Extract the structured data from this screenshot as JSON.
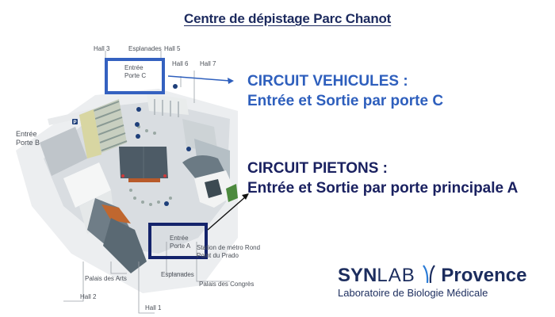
{
  "title": "Centre de dépistage Parc Chanot",
  "map": {
    "labels": {
      "hall3": "Hall 3",
      "esplanades_top": "Esplanades",
      "hall5": "Hall 5",
      "hall6": "Hall 6",
      "hall7": "Hall 7",
      "entree_porte_b": "Entrée Porte B",
      "entree_porte_c": "Entrée Porte C",
      "entree_porte_a": "Entrée Porte A",
      "metro": "Station de métro Rond Point du Prado",
      "palais_arts": "Palais des Arts",
      "esplanades_bottom": "Esplanades",
      "palais_congres": "Palais des Congrès",
      "hall2": "Hall 2",
      "hall1": "Hall 1",
      "parking": "P"
    },
    "colors": {
      "porte_c_box": "#3461c0",
      "porte_a_box": "#14236b"
    }
  },
  "circuits": {
    "vehicules": {
      "heading": "CIRCUIT VEHICULES :",
      "detail": "Entrée et Sortie par porte C",
      "color": "#2e5fbd"
    },
    "pietons": {
      "heading": "CIRCUIT PIETONS :",
      "detail": "Entrée et Sortie par porte principale A",
      "color": "#1a2160"
    }
  },
  "logo": {
    "syn": "SYN",
    "lab": "LAB",
    "region": "Provence",
    "subtitle": "Laboratoire de Biologie Médicale"
  }
}
